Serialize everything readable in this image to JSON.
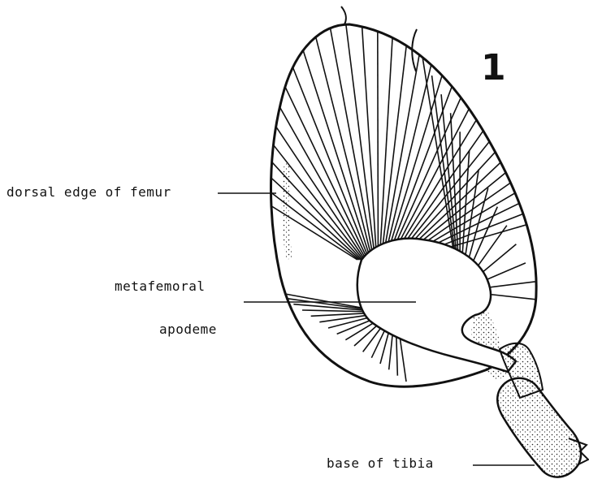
{
  "figure": {
    "number": "1",
    "labels": {
      "dorsal_edge": "dorsal edge of femur",
      "apodeme_line1": "metafemoral",
      "apodeme_line2": "apodeme",
      "tibia": "base of tibia"
    }
  },
  "colors": {
    "ink": "#111111",
    "paper": "#ffffff"
  }
}
